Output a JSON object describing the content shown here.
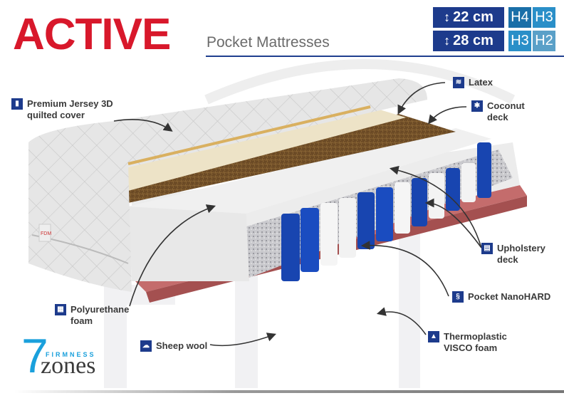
{
  "header": {
    "brand": "ACTIVE",
    "subtitle": "Pocket Mattresses"
  },
  "specs": [
    {
      "height": "22 cm",
      "firmness": [
        "H4",
        "H3"
      ],
      "firmness_colors": [
        "#1a6fa8",
        "#2a8fc8"
      ]
    },
    {
      "height": "28 cm",
      "firmness": [
        "H3",
        "H2"
      ],
      "firmness_colors": [
        "#2a8fc8",
        "#5aa0c8"
      ]
    }
  ],
  "height_icon": "↕",
  "labels": {
    "cover": {
      "icon": "jersey-icon",
      "text_line1": "Premium Jersey 3D",
      "text_line2": "quilted cover"
    },
    "latex": {
      "icon": "latex-icon",
      "text_line1": "Latex"
    },
    "coconut": {
      "icon": "palm-tree-icon",
      "text_line1": "Coconut",
      "text_line2": "deck"
    },
    "upholstery": {
      "icon": "upholstery-icon",
      "text_line1": "Upholstery",
      "text_line2": "deck"
    },
    "pocket": {
      "icon": "spring-icon",
      "text_line1": "Pocket NanoHARD"
    },
    "polyurethane": {
      "icon": "foam-icon",
      "text_line1": "Polyurethane",
      "text_line2": "foam"
    },
    "sheepwool": {
      "icon": "sheep-icon",
      "text_line1": "Sheep wool"
    },
    "visco": {
      "icon": "visco-icon",
      "text_line1": "Thermoplastic",
      "text_line2": "VISCO foam"
    }
  },
  "zones_logo": {
    "number": "7",
    "firmness": "FIRMNESS",
    "zones": "zones"
  },
  "colors": {
    "brand_red": "#d8182b",
    "navy": "#1d3b8c",
    "light_blue": "#1aa0dc"
  }
}
